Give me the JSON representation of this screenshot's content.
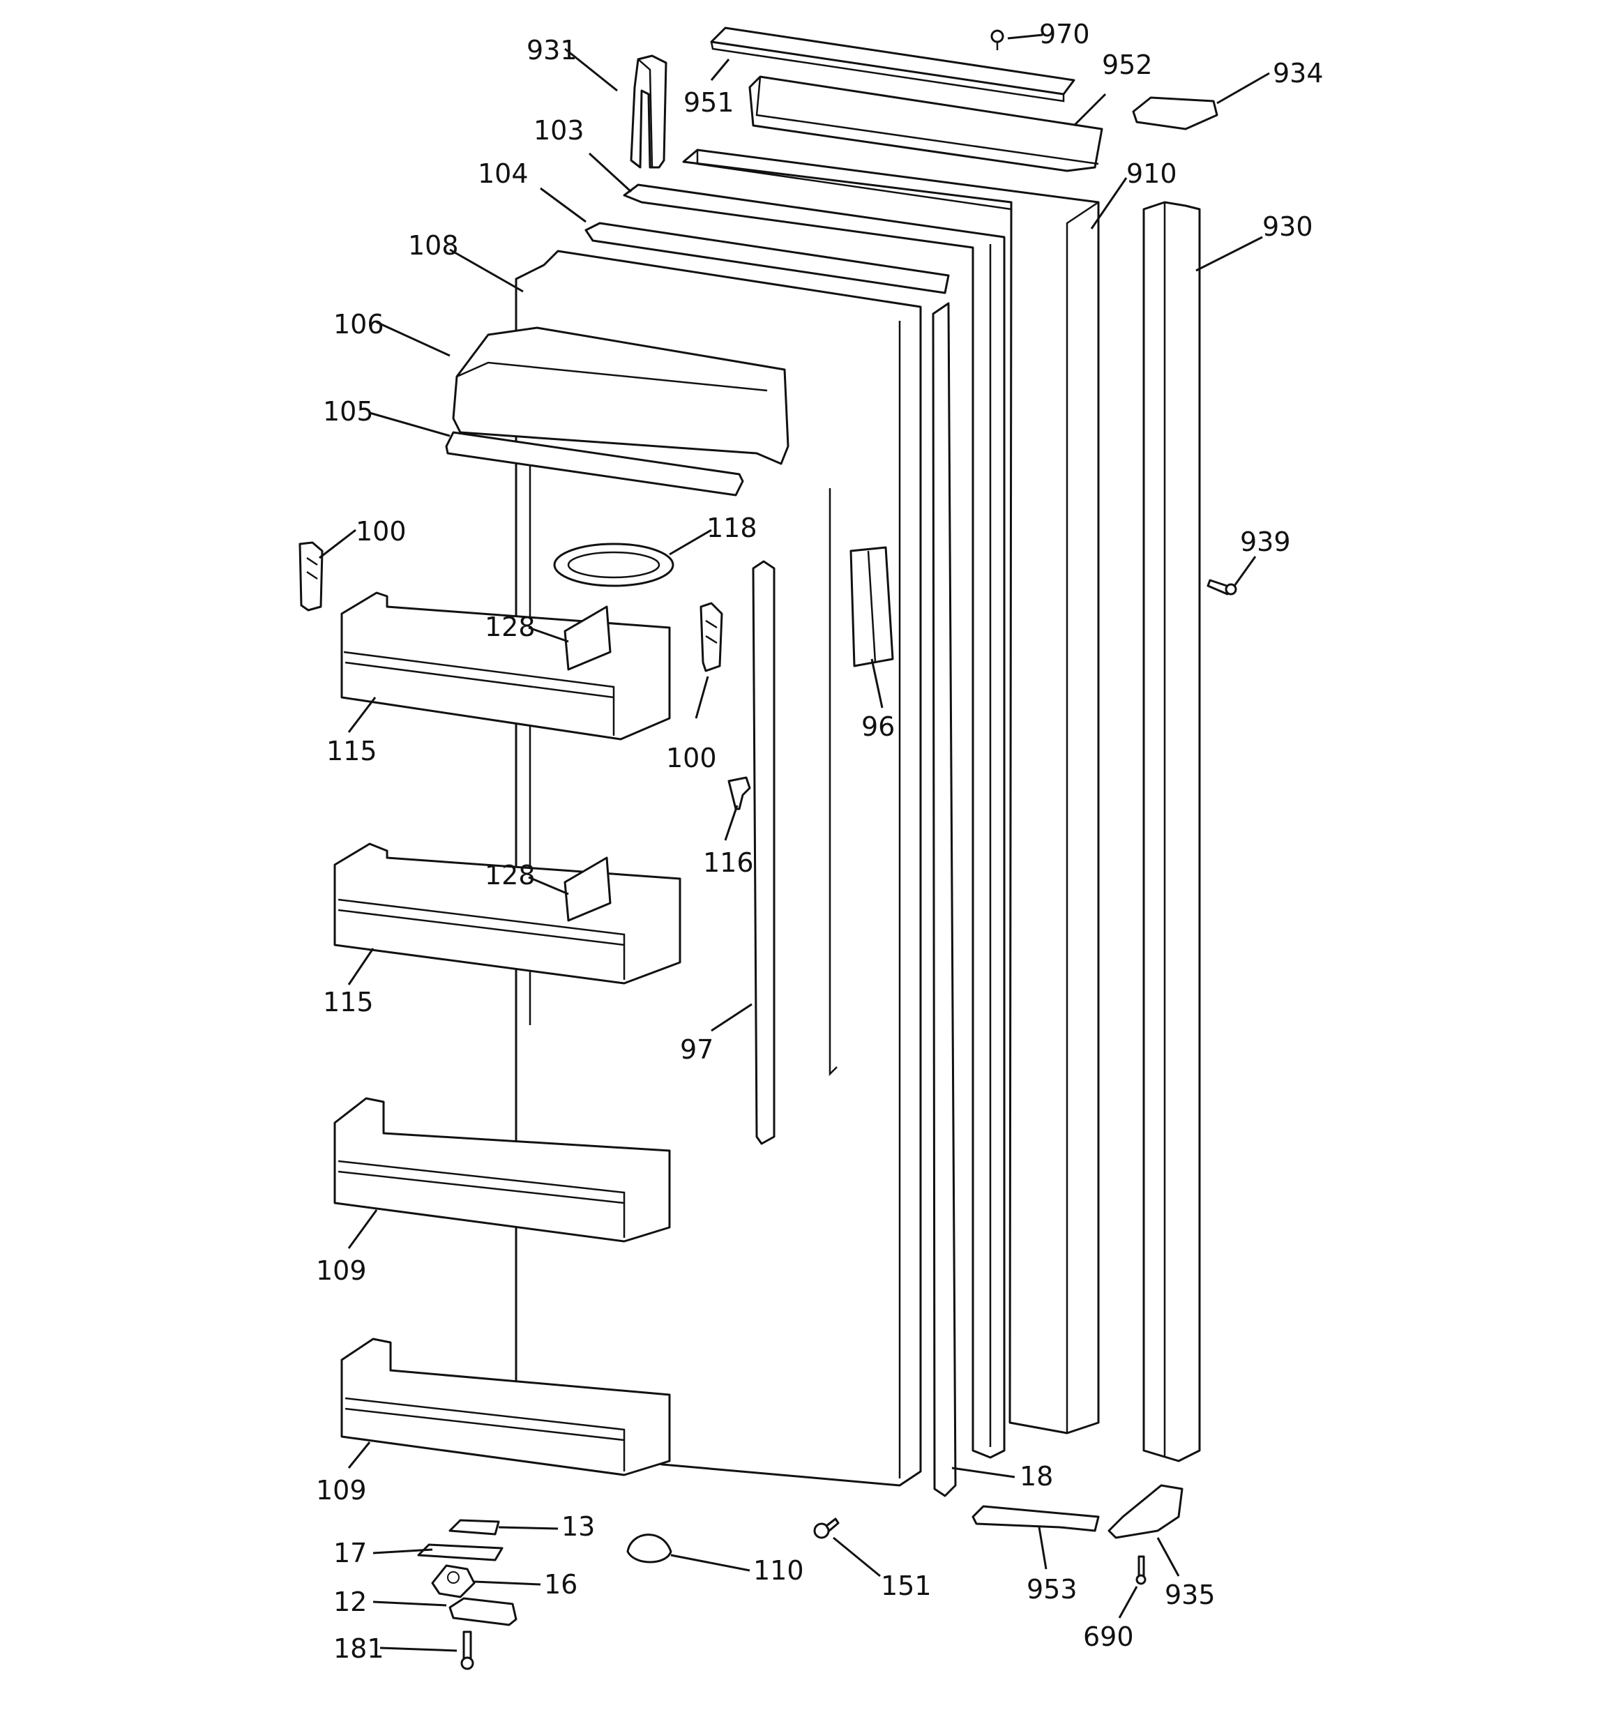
{
  "diagram": {
    "parts": [
      {
        "name": "right-hinge-cover",
        "label": "931"
      },
      {
        "name": "top-trim",
        "label": "951"
      },
      {
        "name": "screw-top",
        "label": "970"
      },
      {
        "name": "handle-cap-top",
        "label": "952"
      },
      {
        "name": "handle-end-cap-top",
        "label": "934"
      },
      {
        "name": "door-gasket",
        "label": "103"
      },
      {
        "name": "gasket-retainer",
        "label": "104"
      },
      {
        "name": "outer-door-panel",
        "label": "910"
      },
      {
        "name": "door-liner",
        "label": "108"
      },
      {
        "name": "handle",
        "label": "930"
      },
      {
        "name": "dairy-door",
        "label": "106"
      },
      {
        "name": "dairy-hinge-rail",
        "label": "105"
      },
      {
        "name": "shelf-support-left",
        "label": "100"
      },
      {
        "name": "gallon-storage-ring",
        "label": "118"
      },
      {
        "name": "handle-screw",
        "label": "939"
      },
      {
        "name": "bin-divider-upper",
        "label": "128"
      },
      {
        "name": "bin-upper",
        "label": "115"
      },
      {
        "name": "shelf-support-right",
        "label": "100"
      },
      {
        "name": "tape-strip",
        "label": "96"
      },
      {
        "name": "door-stop",
        "label": "116"
      },
      {
        "name": "bin-divider-lower",
        "label": "128"
      },
      {
        "name": "bin-lower",
        "label": "115"
      },
      {
        "name": "liner-rail",
        "label": "97"
      },
      {
        "name": "door-shelf-upper",
        "label": "109"
      },
      {
        "name": "door-shelf-lower",
        "label": "109"
      },
      {
        "name": "gasket-strip",
        "label": "18"
      },
      {
        "name": "hinge-shim",
        "label": "13"
      },
      {
        "name": "hinge-spacer",
        "label": "17"
      },
      {
        "name": "door-closer",
        "label": "16"
      },
      {
        "name": "hinge-plate",
        "label": "12"
      },
      {
        "name": "hinge-screw",
        "label": "181"
      },
      {
        "name": "door-plug",
        "label": "110"
      },
      {
        "name": "liner-screw",
        "label": "151"
      },
      {
        "name": "bottom-trim",
        "label": "953"
      },
      {
        "name": "screw-bottom",
        "label": "690"
      },
      {
        "name": "handle-end-cap-bottom",
        "label": "935"
      }
    ]
  }
}
